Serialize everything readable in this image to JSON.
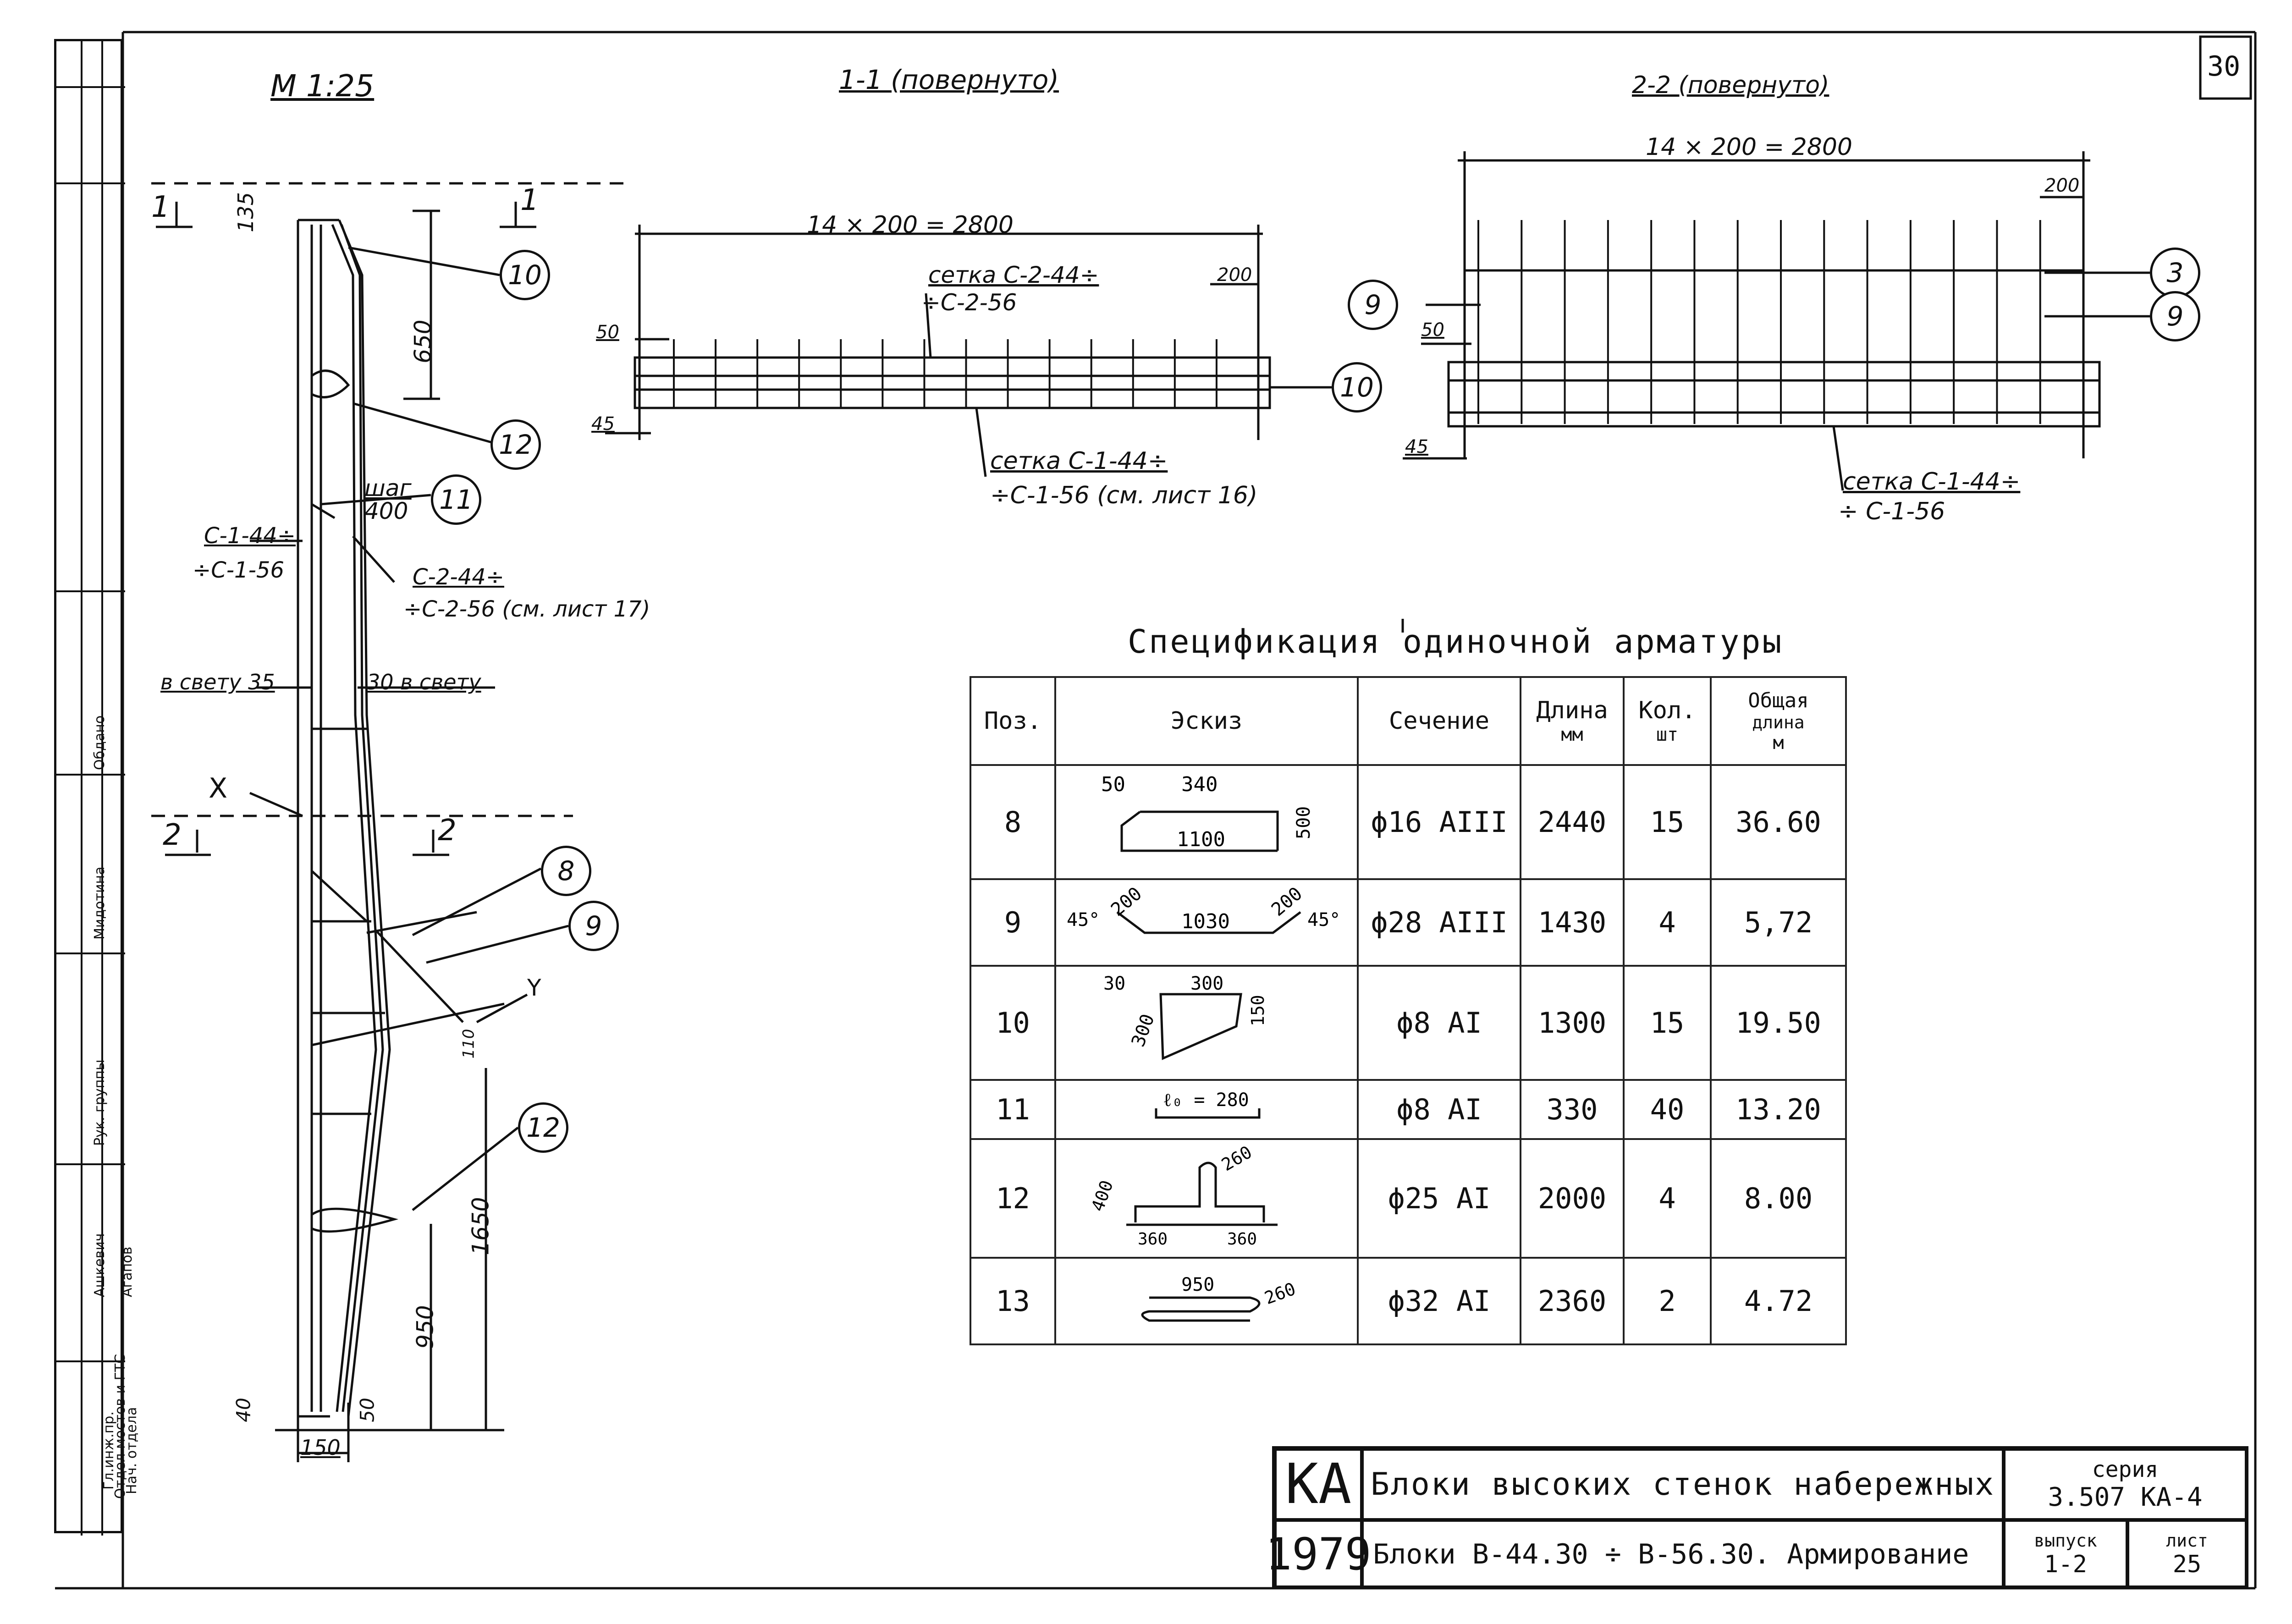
{
  "sheet_number": "30",
  "scale": "М 1:25",
  "section_markers": {
    "left_section_1": "1",
    "right_section_1": "1",
    "left_section_2": "2",
    "right_section_2": "2",
    "x_marker": "X",
    "y_marker": "Y"
  },
  "elevation_view": {
    "dims": {
      "top_width": "135",
      "height_650": "650",
      "step_label": "шаг",
      "step_value": "400",
      "height_950": "950",
      "height_1650": "1650",
      "bottom_width": "150",
      "bottom_left": "40",
      "bottom_right": "50",
      "offset_110": "110"
    },
    "labels": {
      "mesh_c1_line1": "С-1-44÷",
      "mesh_c1_line2": "÷С-1-56",
      "mesh_c2_line1": "С-2-44÷",
      "mesh_c2_line2": "÷С-2-56 (см. лист 17)",
      "clear_left": "в свету 35",
      "clear_right": "30 в свету"
    }
  },
  "section_1_1": {
    "title": "1-1 (повернуто)",
    "span_dim": "14 × 200 = 2800",
    "end_dim": "200",
    "left_50": "50",
    "left_45": "45",
    "mesh_top_line1": "сетка С-2-44÷",
    "mesh_top_line2": "÷С-2-56",
    "mesh_bottom_line1": "сетка С-1-44÷",
    "mesh_bottom_line2": "÷С-1-56 (см. лист 16)"
  },
  "section_2_2": {
    "title": "2-2 (повернуто)",
    "span_dim": "14 × 200 = 2800",
    "end_dim": "200",
    "left_50": "50",
    "left_45": "45",
    "mesh_bottom_line1": "сетка С-1-44÷",
    "mesh_bottom_line2": "÷ С-1-56"
  },
  "callouts": {
    "elev_10": "10",
    "elev_12_top": "12",
    "elev_11": "11",
    "elev_8": "8",
    "elev_9": "9",
    "elev_12_bottom": "12",
    "sec11_10": "10",
    "sec22_9_left": "9",
    "sec22_3": "3",
    "sec22_9_right": "9"
  },
  "spec": {
    "title": "Спецификация одиночной арматуры",
    "headers": {
      "pos": "Поз.",
      "sketch": "Эскиз",
      "section": "Сечение",
      "length_1": "Длина",
      "length_2": "мм",
      "qty_1": "Кол.",
      "qty_2": "шт",
      "total_1": "Общая",
      "total_2": "длина",
      "total_3": "м"
    },
    "rows": [
      {
        "pos": "8",
        "section": "ϕ16 АIII",
        "length": "2440",
        "qty": "15",
        "total": "36.60",
        "sketch": {
          "a": "50",
          "b": "340",
          "c": "1100",
          "d": "500"
        }
      },
      {
        "pos": "9",
        "section": "ϕ28 АIII",
        "length": "1430",
        "qty": "4",
        "total": "5,72",
        "sketch": {
          "a": "45°",
          "b": "200",
          "c": "1030",
          "d": "200",
          "e": "45°"
        }
      },
      {
        "pos": "10",
        "section": "ϕ8 АI",
        "length": "1300",
        "qty": "15",
        "total": "19.50",
        "sketch": {
          "a": "30",
          "b": "300",
          "c": "300",
          "d": "150"
        }
      },
      {
        "pos": "11",
        "section": "ϕ8 АI",
        "length": "330",
        "qty": "40",
        "total": "13.20",
        "sketch": {
          "a": "ℓ₀ = 280"
        }
      },
      {
        "pos": "12",
        "section": "ϕ25 АI",
        "length": "2000",
        "qty": "4",
        "total": "8.00",
        "sketch": {
          "a": "400",
          "b": "260",
          "c": "360",
          "d": "360"
        }
      },
      {
        "pos": "13",
        "section": "ϕ32 АI",
        "length": "2360",
        "qty": "2",
        "total": "4.72",
        "sketch": {
          "a": "950",
          "b": "260"
        }
      }
    ]
  },
  "title_block": {
    "code": "КА",
    "year": "1979",
    "title": "Блоки высоких стенок набережных",
    "subtitle": "Блоки В-44.30 ÷ В-56.30.   Армирование",
    "series_label": "серия",
    "series_value": "3.507 КА-4",
    "issue_label": "выпуск",
    "issue_value": "1-2",
    "sheet_label": "лист",
    "sheet_value": "25"
  },
  "left_strip": {
    "items": [
      "Гл.инж.пр.",
      "Отдел мостов и ГТС",
      "Нач. отдела",
      "Ашкевич",
      "Рук. группы",
      "Мидотина",
      "Агапов",
      "Обдано"
    ]
  }
}
